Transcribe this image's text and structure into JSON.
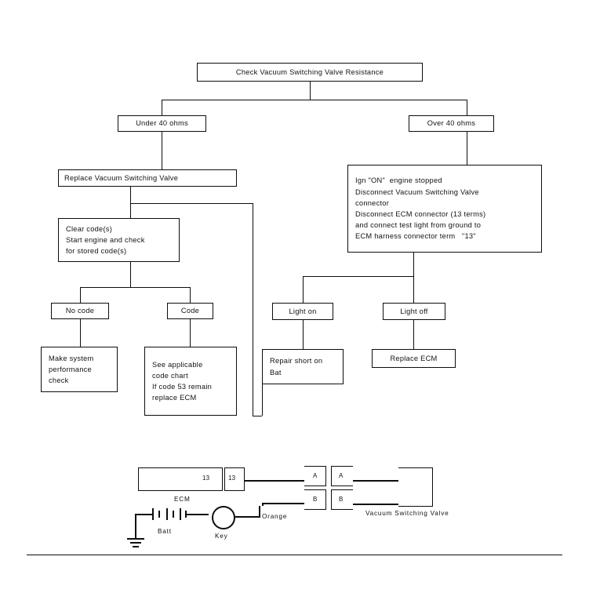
{
  "document": {
    "type": "diagnostic-flow-chart",
    "title": "Check Vacuum Switching Valve Resistance"
  },
  "flow": {
    "root": {
      "label": "Check Vacuum Switching Valve Resistance"
    },
    "branch_left": {
      "label": "Under 40 ohms"
    },
    "branch_right": {
      "label": "Over 40 ohms"
    },
    "left": {
      "replace_valve": {
        "label": "Replace Vacuum Switching Valve"
      },
      "clear_codes": {
        "lines": [
          "Clear code(s)",
          "Start engine and check",
          "for stored code(s)"
        ]
      },
      "no_code": {
        "label": "No code"
      },
      "code": {
        "label": "Code"
      },
      "make_check": {
        "lines": [
          "Make system",
          "performance",
          "check"
        ]
      },
      "see_chart": {
        "lines": [
          "See applicable",
          "code chart",
          "If code 53 remain",
          "replace ECM"
        ]
      }
    },
    "right": {
      "instructions": {
        "lines": [
          "Ign \"ON\"  engine stopped",
          "Disconnect Vacuum Switching Valve",
          "connector",
          "Disconnect ECM connector (13 terms)",
          "and connect test light from ground to",
          "ECM harness connector term   \"13\""
        ]
      },
      "light_on": {
        "label": "Light on"
      },
      "light_off": {
        "label": "Light off"
      },
      "repair_short": {
        "lines": [
          "Repair short on",
          "Bat"
        ]
      },
      "replace_ecm": {
        "label": "Replace ECM"
      }
    }
  },
  "schematic": {
    "ecm_label": "ECM",
    "ecm_terminal": "13",
    "harness_terminal": "13",
    "connector_left": {
      "top": "A",
      "bottom": "B"
    },
    "connector_right": {
      "top": "A",
      "bottom": "B"
    },
    "valve_label": "Vacuum Switching Valve",
    "battery_label": "Batt",
    "key_label": "Key",
    "wire_color_label": "Orange"
  }
}
